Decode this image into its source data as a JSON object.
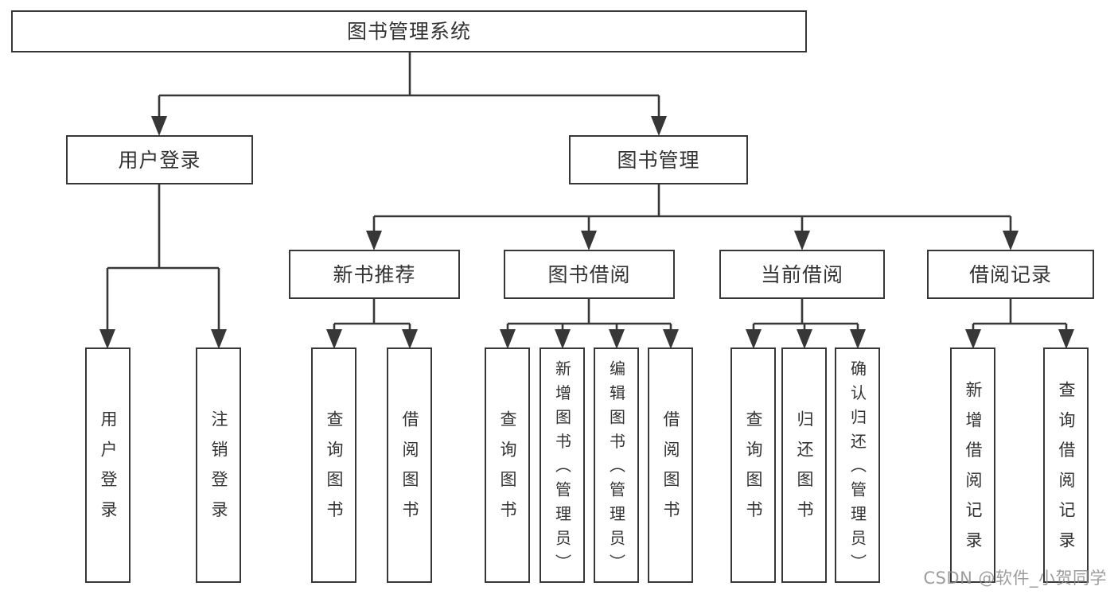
{
  "diagram": {
    "root": {
      "label": "图书管理系统"
    },
    "level1": [
      {
        "label": "用户登录",
        "children": [
          {
            "label": "用户登录"
          },
          {
            "label": "注销登录"
          }
        ]
      },
      {
        "label": "图书管理",
        "children": [
          {
            "label": "新书推荐",
            "children": [
              {
                "label": "查询图书"
              },
              {
                "label": "借阅图书"
              }
            ]
          },
          {
            "label": "图书借阅",
            "children": [
              {
                "label": "查询图书"
              },
              {
                "label": "新增图书（管理员）"
              },
              {
                "label": "编辑图书（管理员）"
              },
              {
                "label": "借阅图书"
              }
            ]
          },
          {
            "label": "当前借阅",
            "children": [
              {
                "label": "查询图书"
              },
              {
                "label": "归还图书"
              },
              {
                "label": "确认归还（管理员）"
              }
            ]
          },
          {
            "label": "借阅记录",
            "children": [
              {
                "label": "新增借阅记录"
              },
              {
                "label": "查询借阅记录"
              }
            ]
          }
        ]
      }
    ]
  },
  "watermark": {
    "text": "CSDN @软件_小贺同学"
  },
  "colors": {
    "line": "#373737",
    "box_border": "#373737",
    "text": "#333333",
    "box_background": "#ffffff",
    "page_background": "#ffffff",
    "watermark": "#8c8c8c"
  }
}
